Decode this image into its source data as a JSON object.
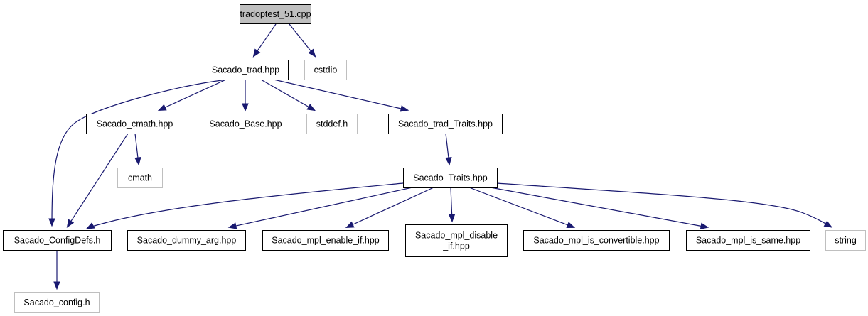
{
  "graph": {
    "nodes": [
      {
        "id": "tradoptest",
        "lines": [
          "tradoptest_51.cpp"
        ],
        "kind": "root"
      },
      {
        "id": "sacado_trad",
        "lines": [
          "Sacado_trad.hpp"
        ],
        "kind": "file"
      },
      {
        "id": "cstdio",
        "lines": [
          "cstdio"
        ],
        "kind": "system"
      },
      {
        "id": "sacado_cmath",
        "lines": [
          "Sacado_cmath.hpp"
        ],
        "kind": "file"
      },
      {
        "id": "sacado_base",
        "lines": [
          "Sacado_Base.hpp"
        ],
        "kind": "file"
      },
      {
        "id": "stddef",
        "lines": [
          "stddef.h"
        ],
        "kind": "system"
      },
      {
        "id": "sacado_trad_traits",
        "lines": [
          "Sacado_trad_Traits.hpp"
        ],
        "kind": "file"
      },
      {
        "id": "cmath",
        "lines": [
          "cmath"
        ],
        "kind": "system"
      },
      {
        "id": "sacado_traits",
        "lines": [
          "Sacado_Traits.hpp"
        ],
        "kind": "file"
      },
      {
        "id": "sacado_configdefs",
        "lines": [
          "Sacado_ConfigDefs.h"
        ],
        "kind": "file"
      },
      {
        "id": "sacado_dummy_arg",
        "lines": [
          "Sacado_dummy_arg.hpp"
        ],
        "kind": "file"
      },
      {
        "id": "sacado_mpl_enable_if",
        "lines": [
          "Sacado_mpl_enable_if.hpp"
        ],
        "kind": "file"
      },
      {
        "id": "sacado_mpl_disable_if",
        "lines": [
          "Sacado_mpl_disable",
          "_if.hpp"
        ],
        "kind": "file"
      },
      {
        "id": "sacado_mpl_is_convertible",
        "lines": [
          "Sacado_mpl_is_convertible.hpp"
        ],
        "kind": "file"
      },
      {
        "id": "sacado_mpl_is_same",
        "lines": [
          "Sacado_mpl_is_same.hpp"
        ],
        "kind": "file"
      },
      {
        "id": "string",
        "lines": [
          "string"
        ],
        "kind": "system"
      },
      {
        "id": "sacado_config",
        "lines": [
          "Sacado_config.h"
        ],
        "kind": "system"
      }
    ],
    "edges": [
      {
        "from": "tradoptest",
        "to": "sacado_trad"
      },
      {
        "from": "tradoptest",
        "to": "cstdio"
      },
      {
        "from": "sacado_trad",
        "to": "sacado_configdefs"
      },
      {
        "from": "sacado_trad",
        "to": "sacado_cmath"
      },
      {
        "from": "sacado_trad",
        "to": "sacado_base"
      },
      {
        "from": "sacado_trad",
        "to": "stddef"
      },
      {
        "from": "sacado_trad",
        "to": "sacado_trad_traits"
      },
      {
        "from": "sacado_cmath",
        "to": "sacado_configdefs"
      },
      {
        "from": "sacado_cmath",
        "to": "cmath"
      },
      {
        "from": "sacado_trad_traits",
        "to": "sacado_traits"
      },
      {
        "from": "sacado_traits",
        "to": "sacado_configdefs"
      },
      {
        "from": "sacado_traits",
        "to": "sacado_dummy_arg"
      },
      {
        "from": "sacado_traits",
        "to": "sacado_mpl_enable_if"
      },
      {
        "from": "sacado_traits",
        "to": "sacado_mpl_disable_if"
      },
      {
        "from": "sacado_traits",
        "to": "sacado_mpl_is_convertible"
      },
      {
        "from": "sacado_traits",
        "to": "sacado_mpl_is_same"
      },
      {
        "from": "sacado_traits",
        "to": "string"
      },
      {
        "from": "sacado_configdefs",
        "to": "sacado_config"
      }
    ],
    "colors": {
      "edge": "#191970",
      "root_fill": "#bfbfbf",
      "file_border": "#000000",
      "system_border": "#bfbfbf",
      "text": "#000000"
    }
  }
}
